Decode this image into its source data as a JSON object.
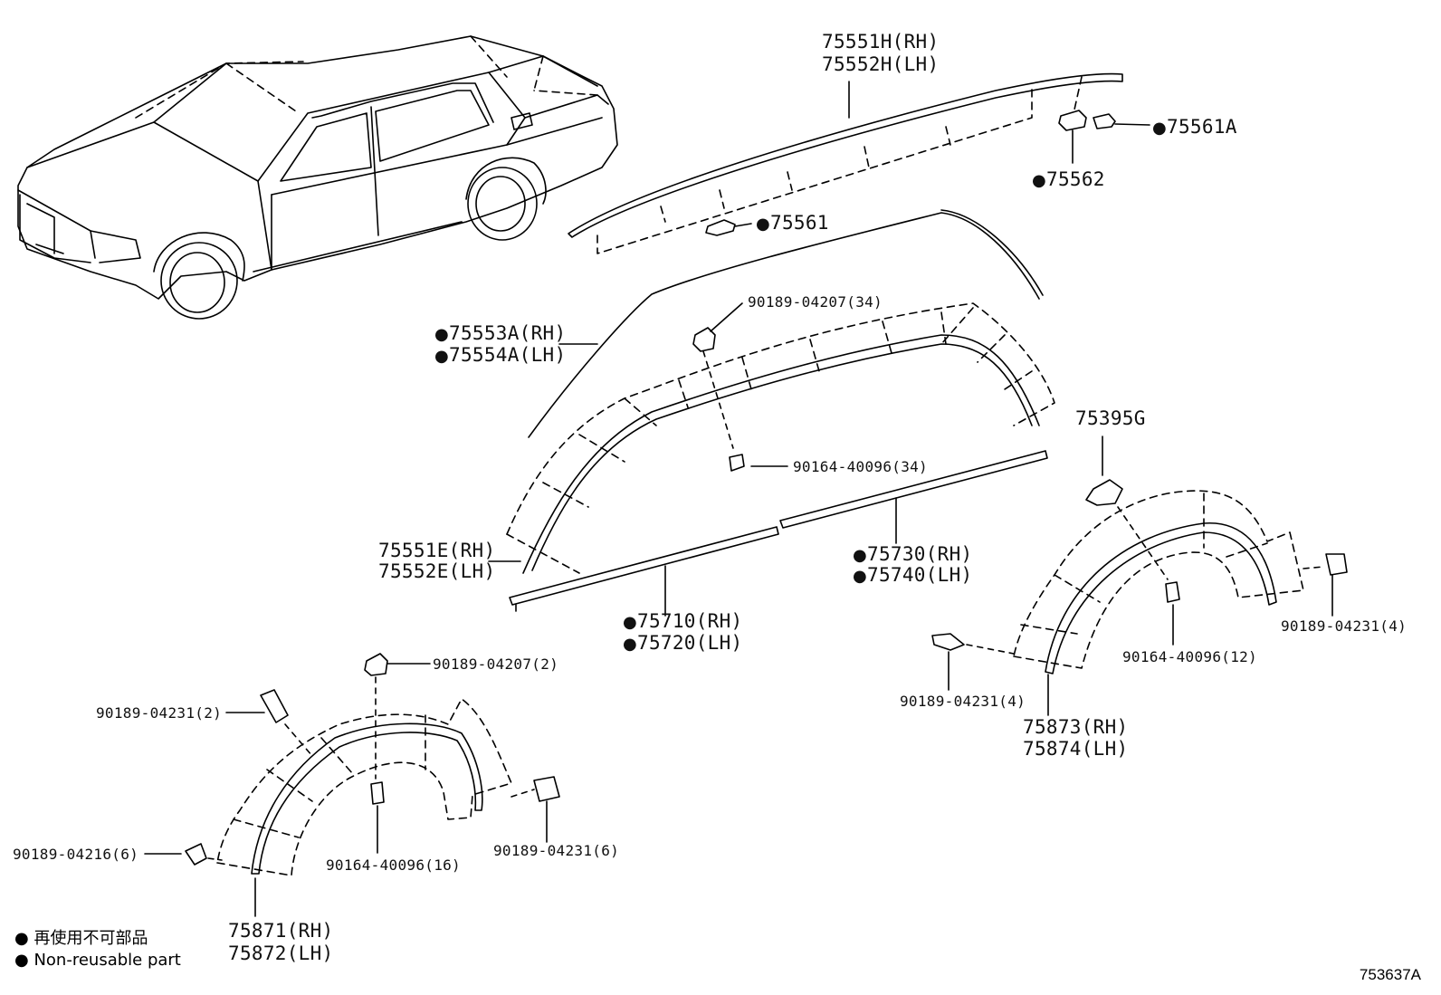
{
  "bullet": "●",
  "labels": {
    "p75551H": "75551H(RH)",
    "p75552H": "75552H(LH)",
    "p75561A": "75561A",
    "p75562": "75562",
    "p75561": "75561",
    "p90189_04207_34": "90189-04207(34)",
    "p75553A": "75553A(RH)",
    "p75554A": "75554A(LH)",
    "p90164_40096_34": "90164-40096(34)",
    "p75551E": "75551E(RH)",
    "p75552E": "75552E(LH)",
    "p75730": "75730(RH)",
    "p75740": "75740(LH)",
    "p75710": "75710(RH)",
    "p75720": "75720(LH)",
    "p75395G": "75395G",
    "p90189_04231_4a": "90189-04231(4)",
    "p90164_40096_12": "90164-40096(12)",
    "p90189_04231_4b": "90189-04231(4)",
    "p75873": "75873(RH)",
    "p75874": "75874(LH)",
    "p90189_04207_2": "90189-04207(2)",
    "p90189_04231_2": "90189-04231(2)",
    "p90189_04231_6": "90189-04231(6)",
    "p90189_04216_6": "90189-04216(6)",
    "p90164_40096_16": "90164-40096(16)",
    "p75871": "75871(RH)",
    "p75872": "75872(LH)"
  },
  "legend": {
    "line1": "再使用不可部品",
    "line2": "Non-reusable part"
  },
  "diagram_code": "753637A"
}
